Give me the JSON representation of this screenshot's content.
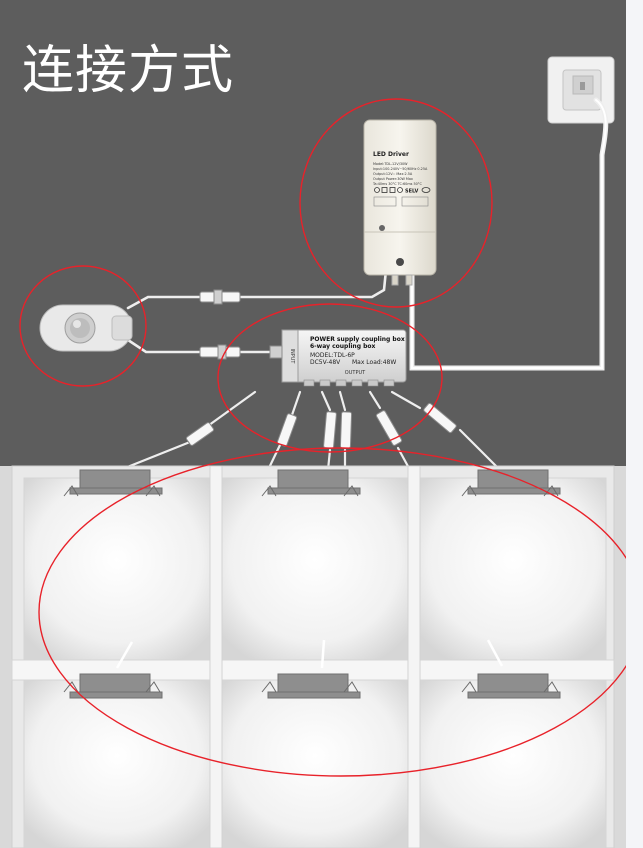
{
  "title": "连接方式",
  "driver": {
    "heading": "LED Driver",
    "spec_lines": [
      "Model:TDL-12V/30W",
      "Input:100-240V~50/60Hz 0.25A",
      "Output:12V⎓ Max:2.5A",
      "Output Power:30W Max",
      "Ta:40ms 30°C      TC:60ms 50°C"
    ],
    "selv_mark": "SELV"
  },
  "coupling_box": {
    "line1": "POWER supply coupling box",
    "line2": "6-way coupling box",
    "model": "MODEL:TDL-6P",
    "voltage": "DC5V-48V",
    "max_load": "Max Load:48W",
    "input_label": "INPUT",
    "output_label": "OUTPUT"
  },
  "colors": {
    "background": "#5d5d5d",
    "highlight_circle": "#e8222a",
    "cabinet": "#f3f3f3",
    "cable": "#f2f2f2"
  }
}
